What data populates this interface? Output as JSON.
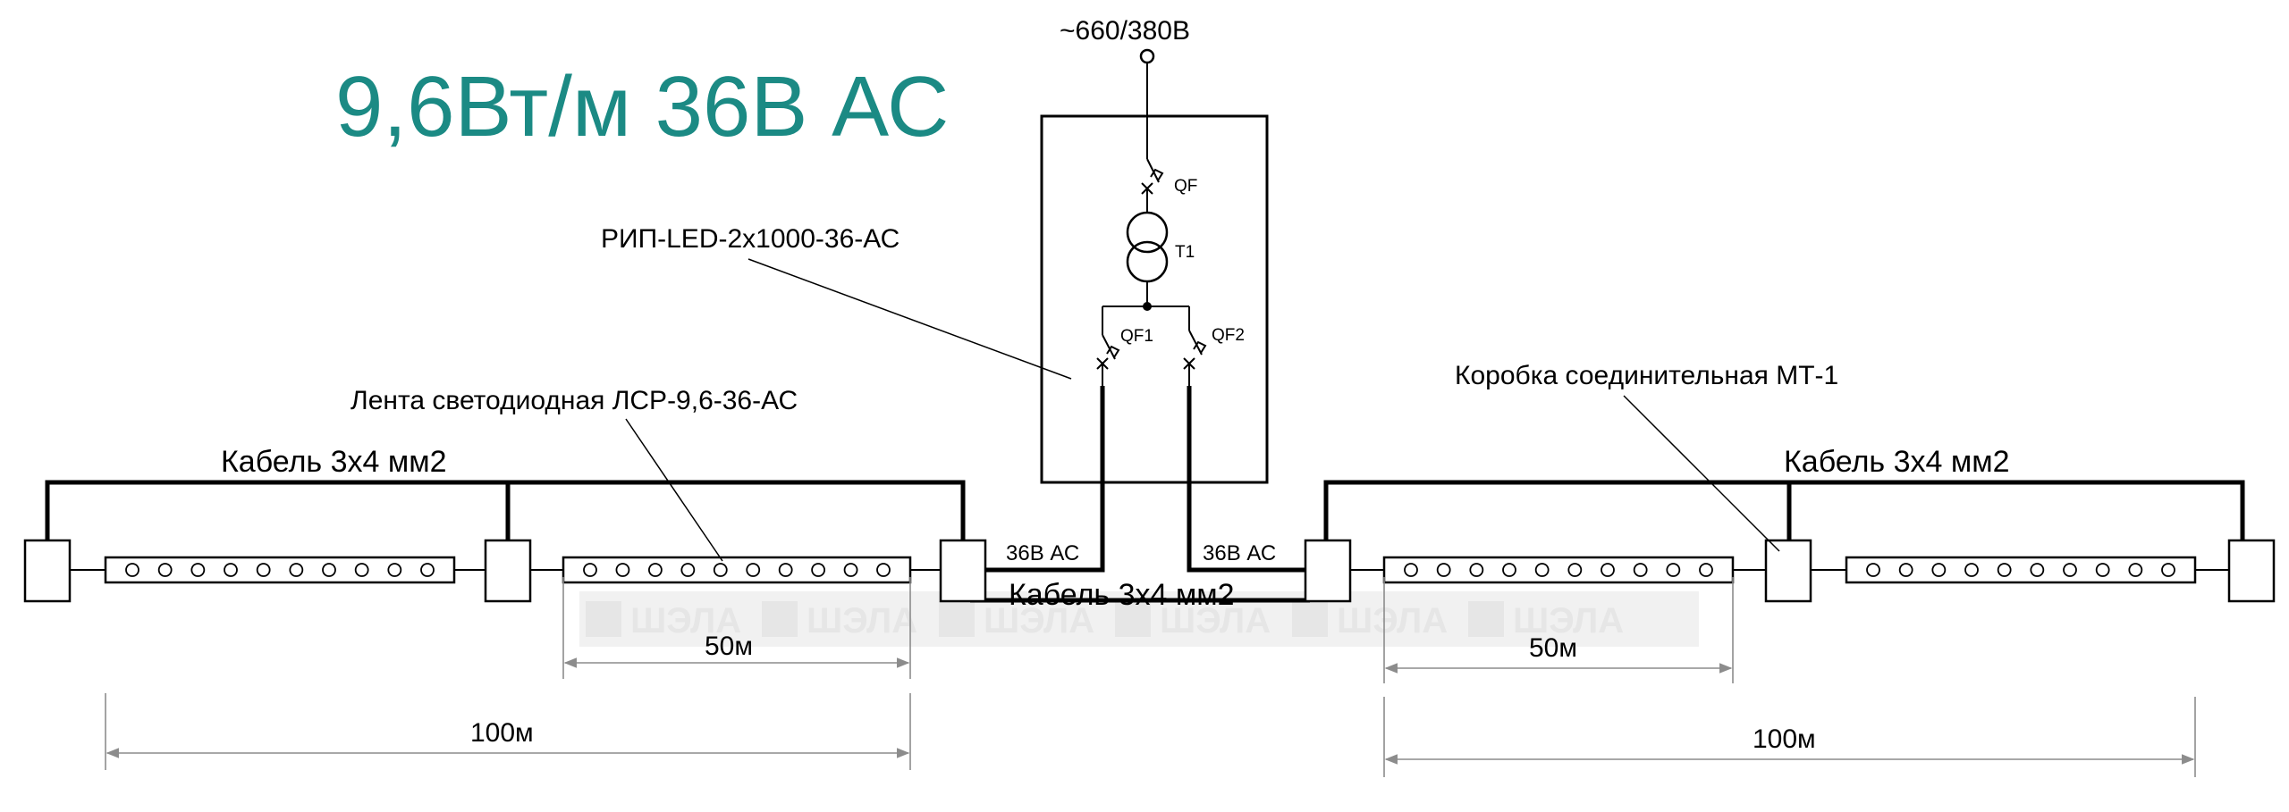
{
  "title": "9,6Вт/м 36В АС",
  "colors": {
    "title": "#1b8a84",
    "line": "#000000",
    "dimension": "#8c8c8c",
    "watermark": "#ececec"
  },
  "supply": {
    "voltage": "~660/380В"
  },
  "breakers": {
    "main": "QF",
    "left": "QF1",
    "right": "QF2"
  },
  "transformer": {
    "label": "T1"
  },
  "labels": {
    "power_supply": "РИП-LED-2х1000-36-АС",
    "led_strip": "Лента светодиодная ЛСР-9,6-36-АС",
    "junction_box": "Коробка соединительная МТ-1"
  },
  "cables": {
    "left": "Кабель 3х4 мм2",
    "right": "Кабель 3х4 мм2",
    "center": "Кабель 3х4 мм2"
  },
  "outputs": {
    "left": "36В АС",
    "right": "36В АС"
  },
  "dimensions": {
    "left_segment": "50м",
    "left_total": "100м",
    "right_segment": "50м",
    "right_total": "100м"
  },
  "watermark": {
    "text": "ШЭЛА",
    "icon": "shela-logo-icon"
  }
}
